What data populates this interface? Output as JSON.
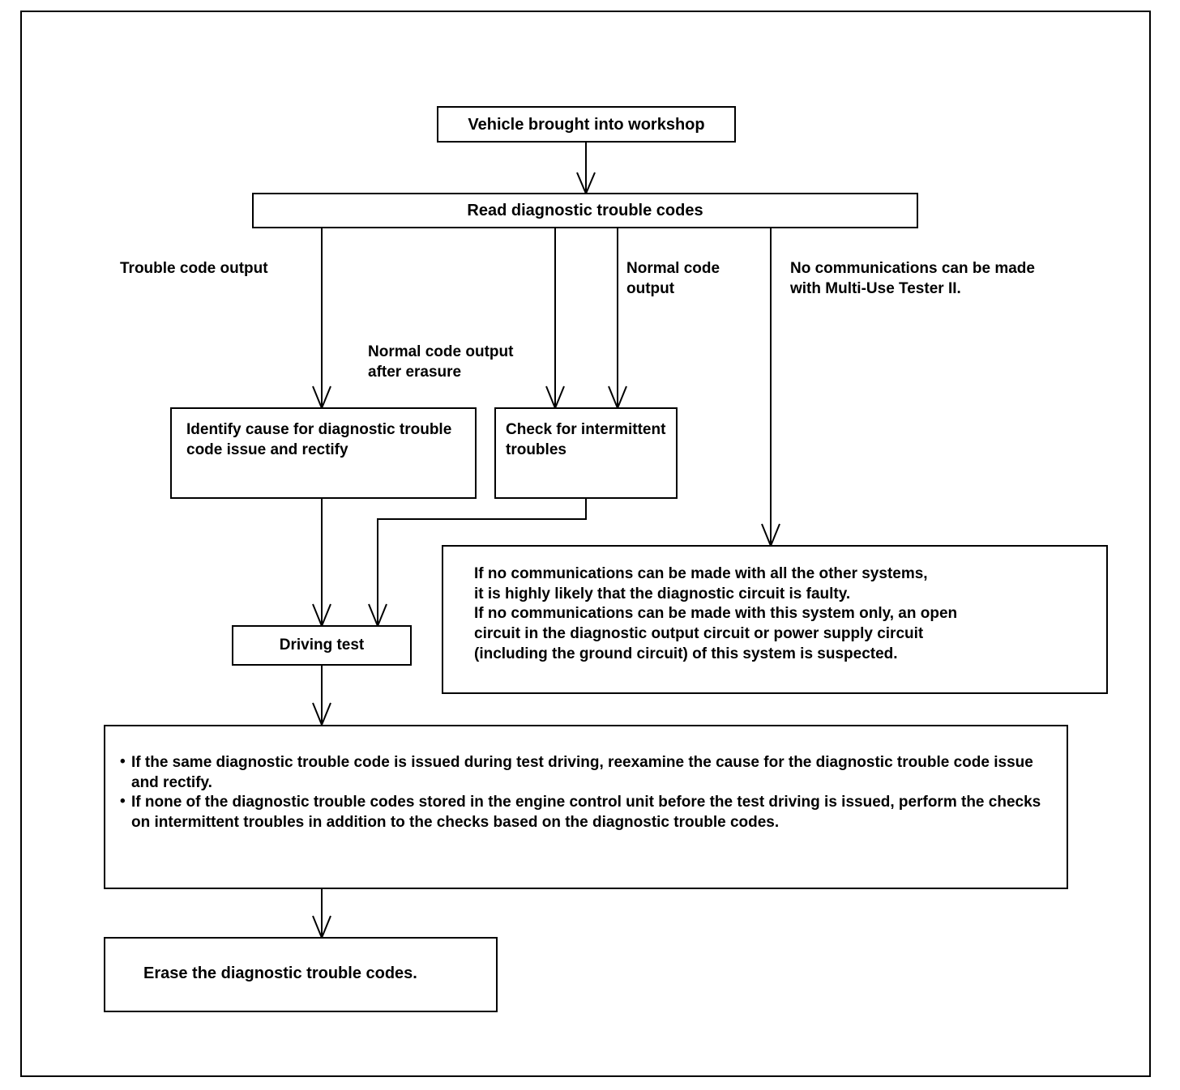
{
  "diagram": {
    "title": "Diagnostic trouble code troubleshooting flowchart",
    "stroke_color": "#000000",
    "background_color": "#ffffff"
  },
  "nodes": {
    "vehicle": {
      "text": "Vehicle brought into workshop"
    },
    "read_codes": {
      "text": "Read diagnostic trouble codes"
    },
    "identify_cause": {
      "text": "Identify cause for diagnostic trouble code issue and rectify"
    },
    "check_intermittent": {
      "text": "Check for intermittent troubles"
    },
    "driving_test": {
      "text": "Driving test"
    },
    "erase_codes": {
      "text": "Erase the diagnostic trouble codes."
    },
    "comms_info": {
      "lines": [
        "If no communications can be made with all the other systems,",
        "it is highly likely that the diagnostic circuit is faulty.",
        "If no communications can be made with this system only, an open",
        "circuit in the diagnostic output circuit or power supply circuit",
        "(including the ground circuit) of this system is suspected."
      ]
    },
    "post_test_notes": {
      "bullets": [
        "If the same diagnostic trouble code is issued during test driving, reexamine the cause for the diagnostic trouble code issue and rectify.",
        "If none of the diagnostic trouble codes stored in the engine control unit before the test driving is issued, perform the checks on intermittent troubles in addition to the checks based on the diagnostic trouble codes."
      ]
    }
  },
  "edge_labels": {
    "trouble_code_output": "Trouble code output",
    "normal_code_output": "Normal code\noutput",
    "no_communications": "No communications can be made\nwith Multi-Use Tester II.",
    "normal_after_erasure": "Normal code output\nafter erasure"
  }
}
